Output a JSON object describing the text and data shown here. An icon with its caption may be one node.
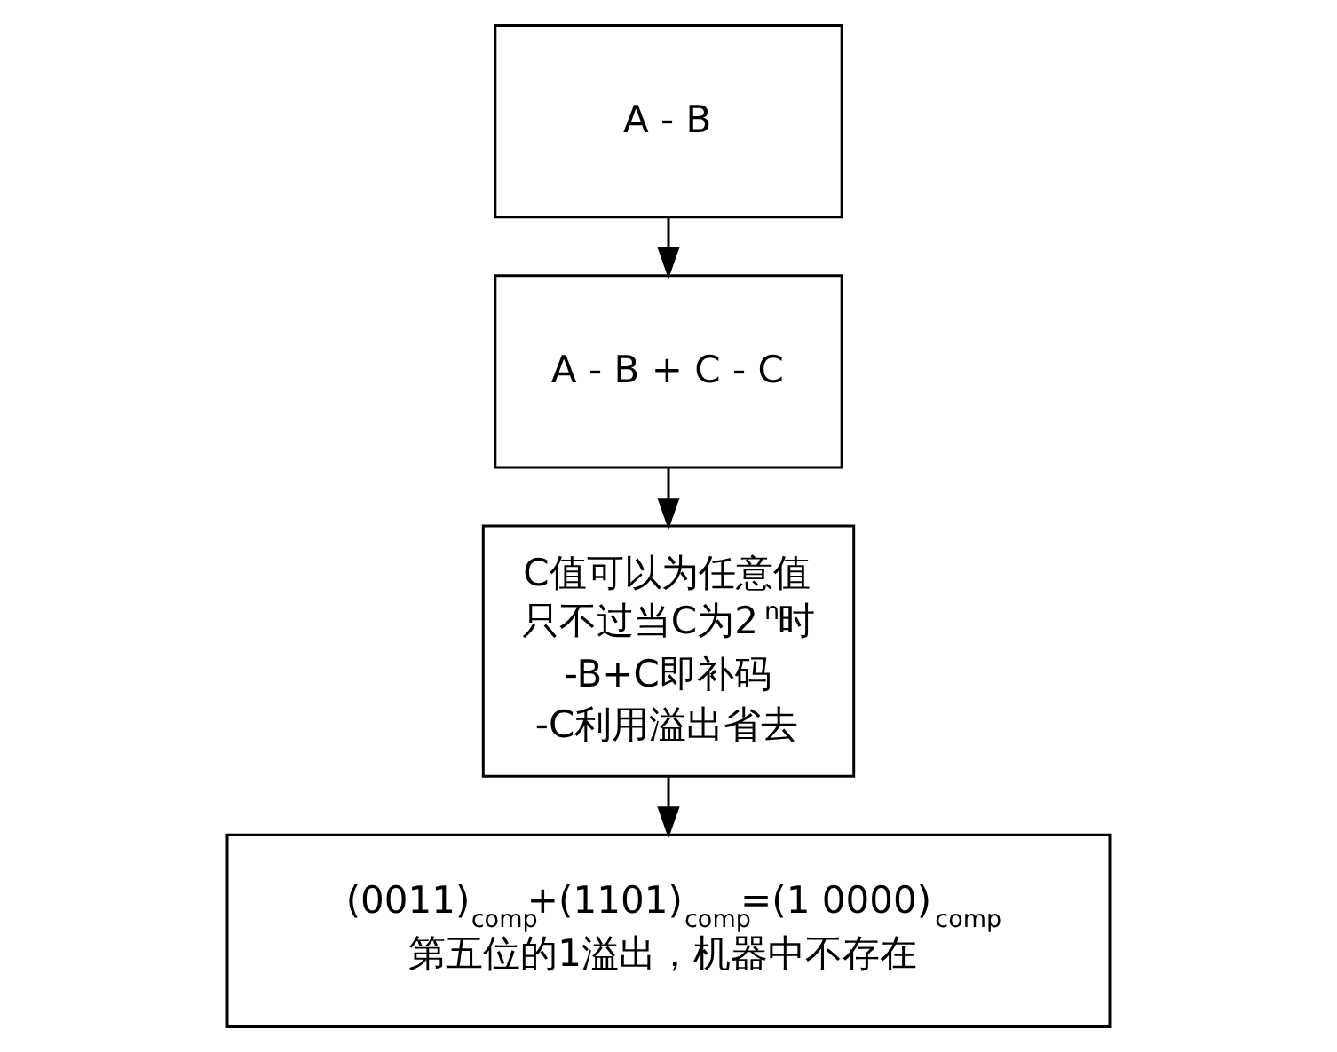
{
  "diagram": {
    "nodes": [
      {
        "text": [
          "A - B"
        ]
      },
      {
        "text": [
          "A - B + C - C"
        ]
      },
      {
        "text": [
          "C值可以为任意值",
          "只不过当C为2$^{n}$时",
          "-B+C即补码",
          "-C利用溢出省去"
        ]
      },
      {
        "text": [
          "(0011)$_{comp}$+(1101)$_{comp}$=(1 0000)$_{comp}$",
          "第五位的1溢出，机器中不存在"
        ]
      }
    ],
    "edges": [
      {
        "from": 0,
        "to": 1,
        "arrow": "to"
      },
      {
        "from": 1,
        "to": 2,
        "arrow": "to"
      },
      {
        "from": 2,
        "to": 3,
        "arrow": "to"
      }
    ]
  }
}
